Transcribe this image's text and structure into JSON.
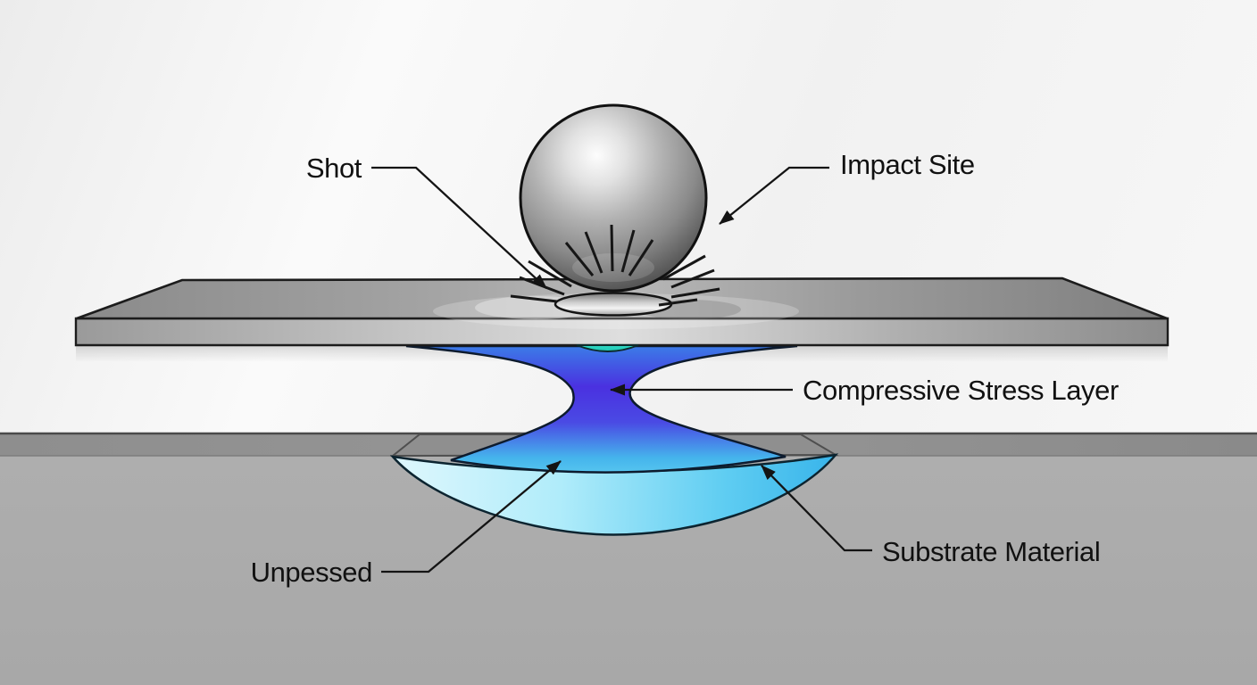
{
  "diagram": {
    "labels": {
      "shot": "Shot",
      "impact_site": "Impact Site",
      "compressive_stress_layer": "Compressive Stress Layer",
      "unpessed": "Unpessed",
      "substrate_material": "Substrate Material"
    },
    "colors": {
      "background": "#f4f4f4",
      "plate_gray": "#b5b5b5",
      "substrate_band_gray": "#8e8e8e",
      "substrate_gray": "#aeaeae",
      "sphere_gray": "#8a8a8a",
      "stress_blue": "#3b7fe8",
      "stress_indigo": "#4a31e0",
      "stress_cyan": "#45b4ec",
      "stress_cyan_bright": "#63d4f2",
      "lens_light_cyan": "#dff7fd",
      "lens_cyan": "#38b4ea",
      "dimple_teal": "#2ed9c3",
      "outline": "#141414",
      "label_text": "#111111"
    }
  }
}
